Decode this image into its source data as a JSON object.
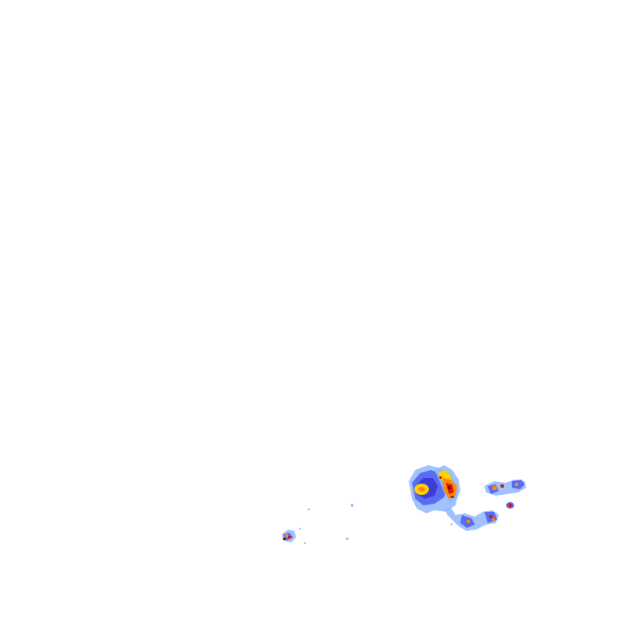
{
  "map": {
    "kind": "weather-radar-reflectivity-overlay",
    "background_color": "#ffffff",
    "palette": {
      "light": "#8fb8ff",
      "moderate": "#5a6cf0",
      "strong": "#3b3fd8",
      "heavy": "#ffd000",
      "intense": "#ff8a00",
      "extreme": "#d81b00",
      "core": "#7a0a00"
    },
    "echo_clusters": [
      {
        "name": "main-storm-complex",
        "max_intensity": "extreme"
      },
      {
        "name": "northeast-cells",
        "max_intensity": "intense"
      },
      {
        "name": "southeast-cells",
        "max_intensity": "intense"
      },
      {
        "name": "southwest-isolated-cell",
        "max_intensity": "extreme"
      },
      {
        "name": "scattered-light-echoes",
        "max_intensity": "light"
      }
    ]
  }
}
